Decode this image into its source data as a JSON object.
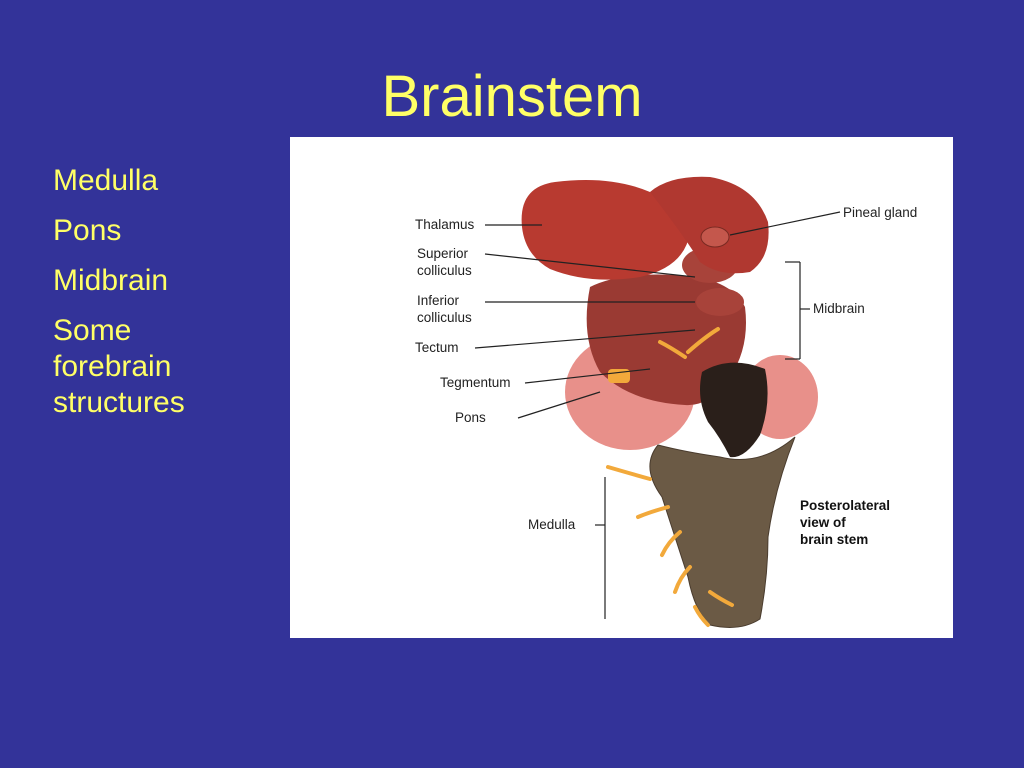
{
  "slide": {
    "title": "Brainstem",
    "bullets": [
      "Medulla",
      "Pons",
      "Midbrain",
      "Some forebrain structures"
    ]
  },
  "figure": {
    "labels_left": {
      "thalamus": "Thalamus",
      "superior_colliculus_1": "Superior",
      "superior_colliculus_2": "colliculus",
      "inferior_colliculus_1": "Inferior",
      "inferior_colliculus_2": "colliculus",
      "tectum": "Tectum",
      "tegmentum": "Tegmentum",
      "pons": "Pons",
      "medulla": "Medulla"
    },
    "labels_right": {
      "pineal_gland": "Pineal gland",
      "midbrain": "Midbrain"
    },
    "caption": [
      "Posterolateral",
      "view of",
      "brain stem"
    ]
  },
  "colors": {
    "background": "#333399",
    "text": "#FFFF66",
    "thalamus": "#B83A30",
    "pons": "#E8908A",
    "medulla": "#6B5A45",
    "nerve": "#F2A93B",
    "ventricle": "#2A1F1A"
  }
}
